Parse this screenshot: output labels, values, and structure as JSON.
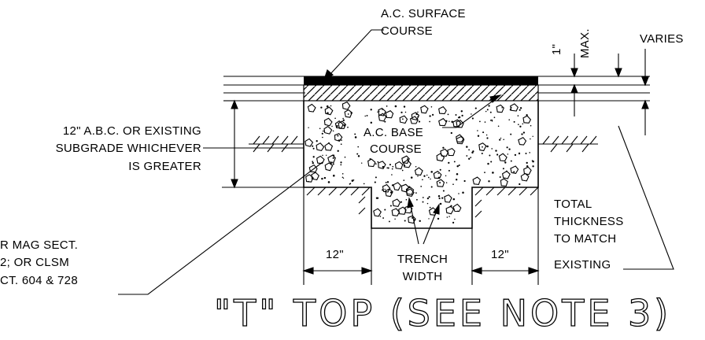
{
  "labels": {
    "ac_surface_course": [
      "A.C. SURFACE",
      "COURSE"
    ],
    "one_inch": "1\"",
    "max": "MAX.",
    "varies": "VARIES",
    "abc_note": [
      "12\" A.B.C. OR EXISTING",
      "SUBGRADE WHICHEVER",
      "IS GREATER"
    ],
    "ac_base_course": [
      "A.C. BASE",
      "COURSE"
    ],
    "total_thickness": [
      "TOTAL",
      "THICKNESS",
      "TO MATCH",
      "EXISTING"
    ],
    "mag_note": [
      "R MAG SECT.",
      "2; OR CLSM",
      "CT. 604 & 728"
    ],
    "left_dim": "12\"",
    "right_dim": "12\"",
    "trench_width": [
      "TRENCH",
      "WIDTH"
    ]
  },
  "title": "\"T\" TOP (SEE NOTE 3)"
}
